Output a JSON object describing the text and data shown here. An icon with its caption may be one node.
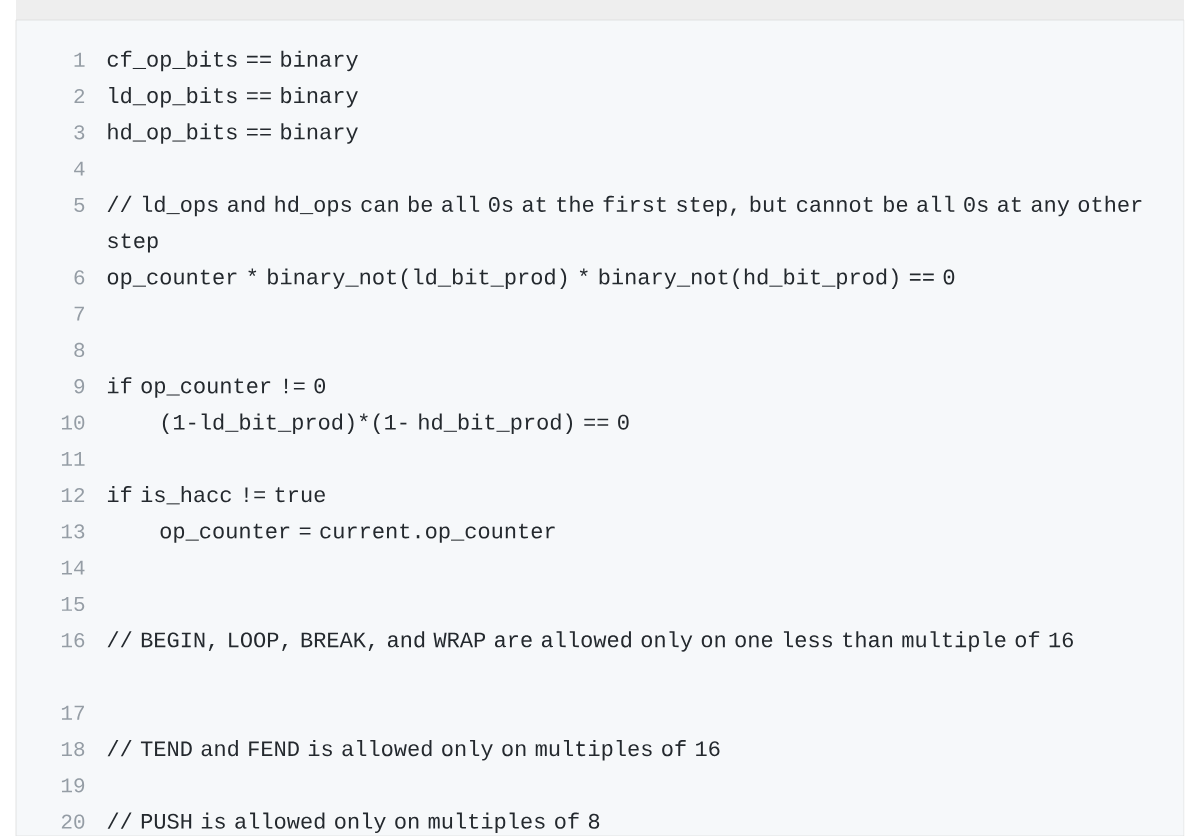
{
  "diagram": {
    "labels": [
      "1",
      "cf_op_bits == binary",
      "2",
      "ld_op_bits == binary",
      "3",
      "hd_op_bits == binary",
      "4",
      "5",
      "// ld_ops and hd_ops can be all 0s at the first step, but cannot be all 0s at any other step",
      "6",
      "op_counter * binary_not(ld_bit_prod) * binary_not(hd_bit_prod) == 0",
      "7",
      "8",
      "9",
      "if op_counter != 0",
      "10",
      "(1-ld_bit_prod)*(1- hd_bit_prod) == 0",
      "11",
      "12",
      "if is_hacc != true",
      "13",
      "op_counter = current.op_counter",
      "14",
      "15",
      "16",
      "// BEGIN, LOOP, BREAK, and WRAP are allowed only on one less than multiple of 16",
      "17",
      "18",
      "// TEND and FEND is allowed only on multiples of 16",
      "19",
      "20",
      "// PUSH is allowed only on multiples of 8"
    ]
  }
}
